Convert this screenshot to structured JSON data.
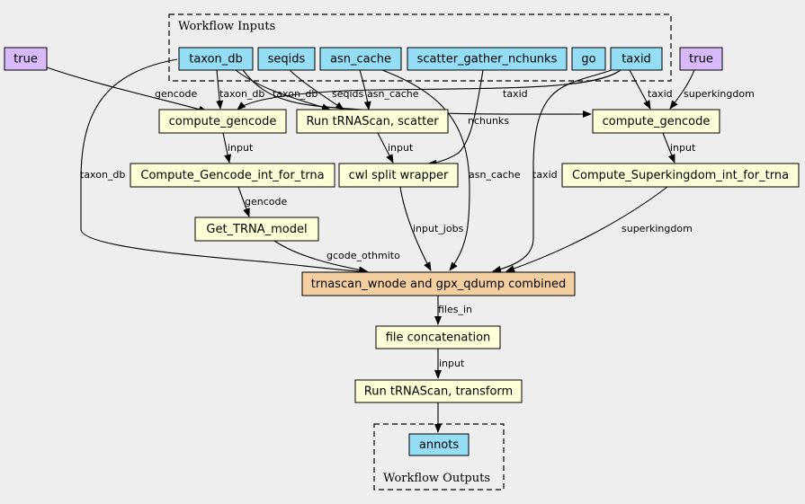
{
  "colors": {
    "background": "#eeeeee",
    "input": "#94ddf4",
    "step": "#ffffd8",
    "main": "#f3cea1",
    "constant": "#d8b9f9",
    "output": "#94ddf4"
  },
  "clusters": {
    "inputs": "Workflow Inputs",
    "outputs": "Workflow Outputs"
  },
  "nodes": {
    "true_left": "true",
    "taxon_db": "taxon_db",
    "seqids": "seqids",
    "asn_cache": "asn_cache",
    "scatter_gather_nchunks": "scatter_gather_nchunks",
    "go": "go",
    "taxid": "taxid",
    "true_right": "true",
    "compute_gencode_left": "compute_gencode",
    "run_trnascan_scatter": "Run tRNAScan, scatter",
    "compute_gencode_right": "compute_gencode",
    "compute_gencode_int": "Compute_Gencode_int_for_trna",
    "cwl_split_wrapper": "cwl split wrapper",
    "compute_superkingdom_int": "Compute_Superkingdom_int_for_trna",
    "get_trna_model": "Get_TRNA_model",
    "trnascan_combined": "trnascan_wnode and gpx_qdump combined",
    "file_concatenation": "file concatenation",
    "run_trnascan_transform": "Run tRNAScan, transform",
    "annots": "annots"
  },
  "edge_labels": {
    "gencode_1": "gencode",
    "taxon_db_1": "taxon_db",
    "taxon_db_2": "taxon_db",
    "seqids": "seqids",
    "asn_cache_1": "asn_cache",
    "taxid_1": "taxid",
    "taxid_2": "taxid",
    "superkingdom_1": "superkingdom",
    "nchunks": "nchunks",
    "taxon_db_3": "taxon_db",
    "input_1": "input",
    "input_2": "input",
    "input_3": "input",
    "asn_cache_2": "asn_cache",
    "taxid_3": "taxid",
    "gencode_2": "gencode",
    "input_jobs": "input_jobs",
    "superkingdom_2": "superkingdom",
    "gcode_othmito": "gcode_othmito",
    "files_in": "files_in",
    "input_4": "input"
  }
}
